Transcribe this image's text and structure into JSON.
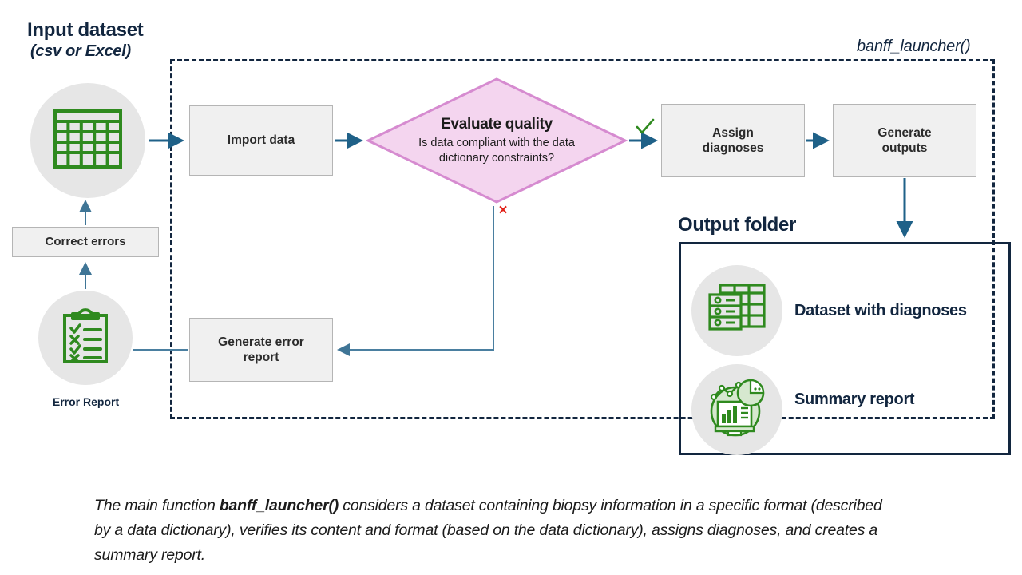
{
  "diagram": {
    "input": {
      "title": "Input dataset",
      "subtitle": "(csv or Excel)",
      "icon": "spreadsheet-icon"
    },
    "launcher_label": "banff_launcher()",
    "steps": {
      "import": "Import data",
      "assign": "Assign\ndiagnoses",
      "assign_line1": "Assign",
      "assign_line2": "diagnoses",
      "generate_outputs_line1": "Generate",
      "generate_outputs_line2": "outputs",
      "generate_error_line1": "Generate error",
      "generate_error_line2": "report",
      "correct_errors": "Correct errors"
    },
    "decision": {
      "title": "Evaluate quality",
      "question_line1": "Is data compliant with the data",
      "question_line2": "dictionary constraints?",
      "yes_mark": "check-icon",
      "no_mark": "×"
    },
    "error_report": {
      "label": "Error Report",
      "icon": "clipboard-checklist-icon"
    },
    "output": {
      "title": "Output folder",
      "items": [
        {
          "label": "Dataset with diagnoses",
          "icon": "dataset-table-icon"
        },
        {
          "label": "Summary report",
          "icon": "chart-report-icon"
        }
      ]
    },
    "caption": {
      "part1": "The main function ",
      "bold": "banff_launcher()",
      "part2": " considers a dataset containing biopsy information in a specific format (described by a data dictionary), verifies its content and format (based on the data dictionary), assigns diagnoses, and creates a summary report."
    },
    "colors": {
      "navy": "#12263f",
      "arrow_blue": "#1f6188",
      "thin_blue": "#4a7fa0",
      "box_fill": "#f0f0f0",
      "box_border": "#b5b5b5",
      "diamond_fill": "#f4d5ef",
      "diamond_border": "#d68bd0",
      "circle_fill": "#e6e6e6",
      "icon_green": "#2f8a1f",
      "check_green": "#2f8a1f",
      "cross_red": "#e2231a"
    }
  }
}
